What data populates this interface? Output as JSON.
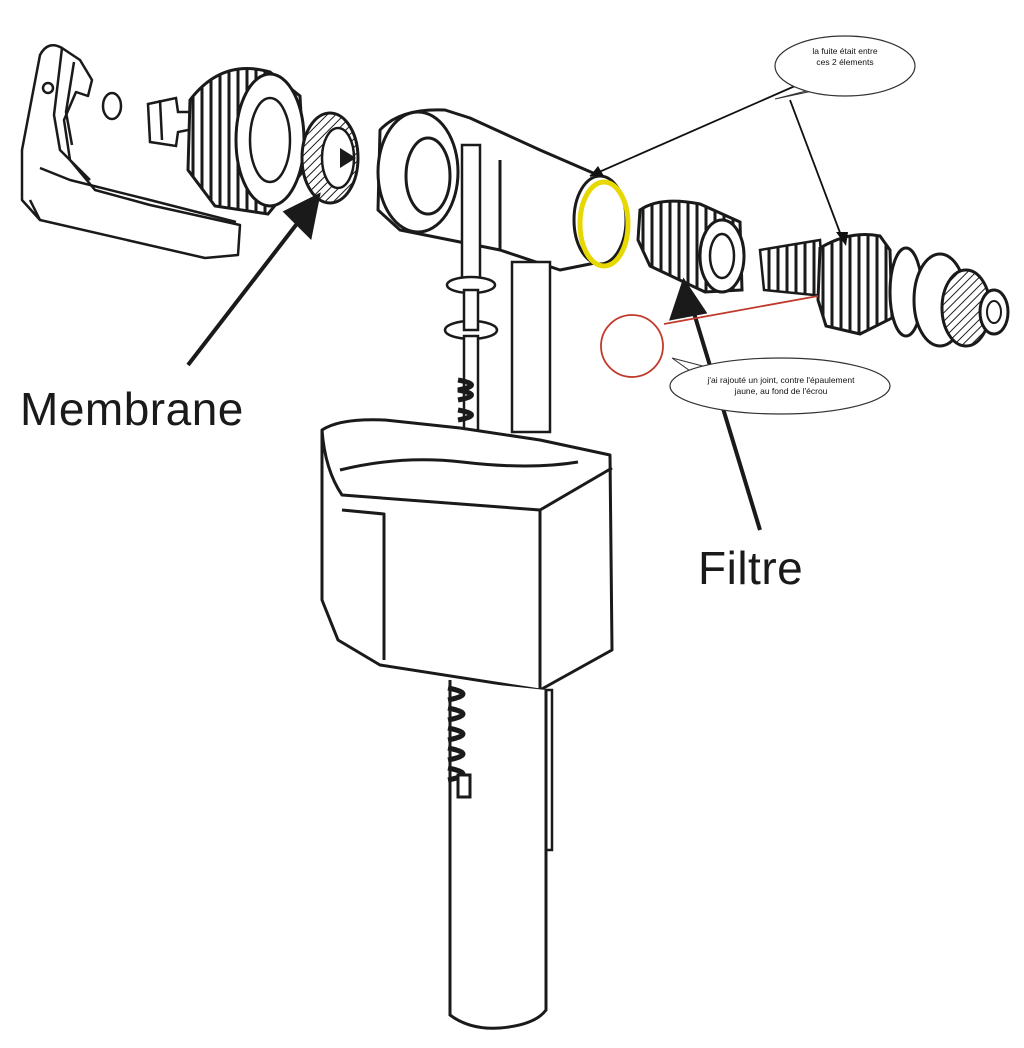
{
  "diagram": {
    "labels": {
      "membrane": "Membrane",
      "filtre": "Filtre"
    },
    "callouts": {
      "leak": {
        "line1": "la fuite était entre",
        "line2": "ces 2 élements"
      },
      "joint": {
        "line1": "j'ai rajouté un joint, contre l'épaulement",
        "line2": "jaune, au fond de l'écrou"
      }
    },
    "colors": {
      "ink": "#1a1a1a",
      "highlight_ring": "#e6d800",
      "annotation_circle": "#c0392b",
      "callout_fill": "#ffffff"
    }
  }
}
